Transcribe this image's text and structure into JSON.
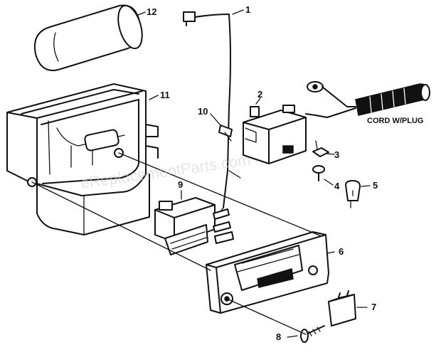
{
  "diagram": {
    "watermark": "eReplacementParts.com",
    "cord_label": "CORD W/PLUG",
    "parts": [
      {
        "id": "1",
        "label": "1"
      },
      {
        "id": "2",
        "label": "2"
      },
      {
        "id": "3",
        "label": "3"
      },
      {
        "id": "4",
        "label": "4"
      },
      {
        "id": "5",
        "label": "5"
      },
      {
        "id": "6",
        "label": "6"
      },
      {
        "id": "7",
        "label": "7"
      },
      {
        "id": "8",
        "label": "8"
      },
      {
        "id": "9",
        "label": "9"
      },
      {
        "id": "10",
        "label": "10"
      },
      {
        "id": "11",
        "label": "11"
      },
      {
        "id": "12",
        "label": "12"
      }
    ]
  }
}
